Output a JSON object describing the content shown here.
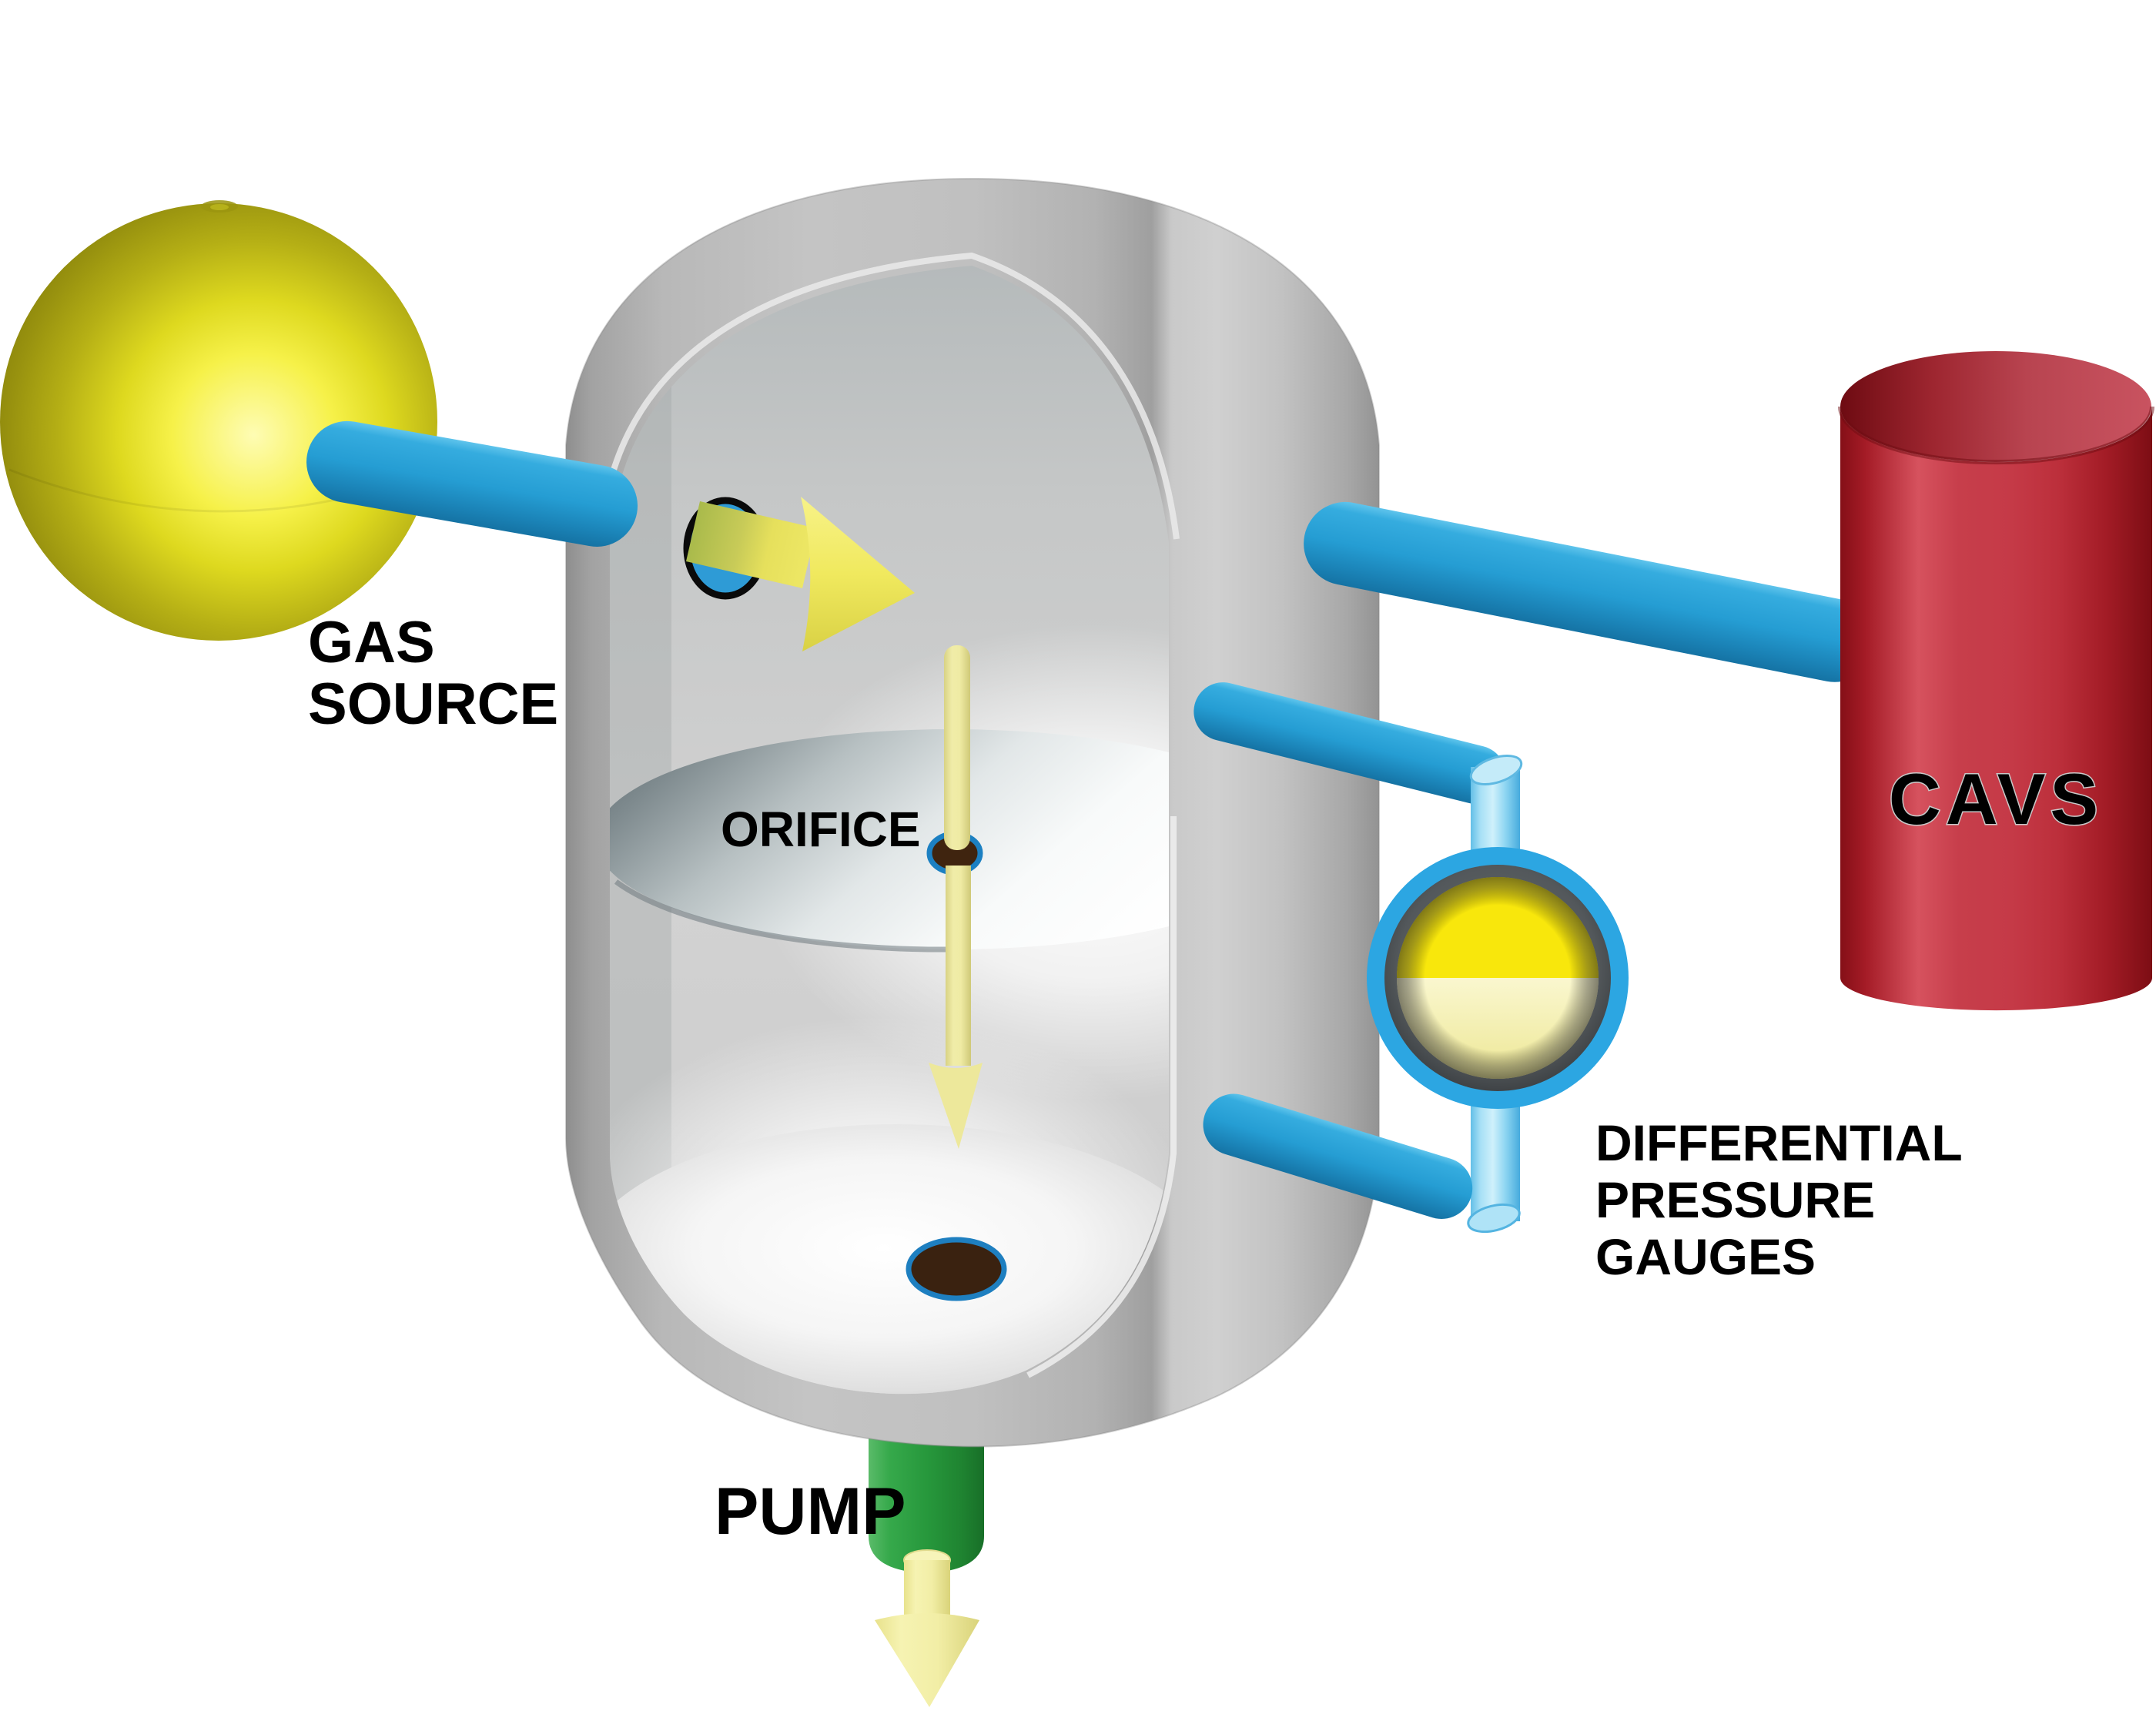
{
  "figure": {
    "type": "technical-3d-diagram",
    "subject": "Gas flow standard: gas source feeding a cutaway vacuum chamber with orifice, differential pressure gauges, CAVS collection volume and pump",
    "labels": {
      "gas_source_line1": "GAS",
      "gas_source_line2": "SOURCE",
      "orifice": "ORIFICE",
      "cavs": "CAVS",
      "dpg_line1": "DIFFERENTIAL",
      "dpg_line2": "PRESSURE",
      "dpg_line3": "GAUGES",
      "pump": "PUMP"
    },
    "colors": {
      "background": "#FFFFFF",
      "gas_source_yellow": "#D8D31F",
      "pipe_blue": "#259DD3",
      "pipe_light_blue": "#8FD6F2",
      "chamber_gray": "#C0C0C0",
      "orifice_plate_slate": "#59666B",
      "hole_dark_brown": "#3F240F",
      "cavs_red": "#C53A47",
      "pump_green": "#27983C",
      "flow_arrow_pale_yellow": "#F2EFAE",
      "inlet_arrow_yellow": "#EFE95F",
      "gauge_bright_yellow": "#F8E70A",
      "gauge_pale_yellow": "#F7F4C0",
      "text": "#000000"
    },
    "components": [
      {
        "id": "gas-source-sphere",
        "label_ref": "gas_source"
      },
      {
        "id": "gas-inlet-pipe"
      },
      {
        "id": "vacuum-chamber-cutaway"
      },
      {
        "id": "chamber-inlet-port"
      },
      {
        "id": "inlet-flow-arrow"
      },
      {
        "id": "orifice-plate",
        "label_ref": "orifice"
      },
      {
        "id": "orifice-hole"
      },
      {
        "id": "orifice-flow-arrow"
      },
      {
        "id": "chamber-floor-exit-hole"
      },
      {
        "id": "upper-gauge-pipe"
      },
      {
        "id": "lower-gauge-pipe"
      },
      {
        "id": "gauge-vertical-pipe"
      },
      {
        "id": "differential-pressure-gauge",
        "label_ref": "differential_pressure_gauges"
      },
      {
        "id": "cavs-outlet-pipe"
      },
      {
        "id": "cavs-cylinder",
        "label_ref": "cavs"
      },
      {
        "id": "pump-cylinder",
        "label_ref": "pump"
      },
      {
        "id": "pump-outlet-arrow"
      }
    ]
  }
}
